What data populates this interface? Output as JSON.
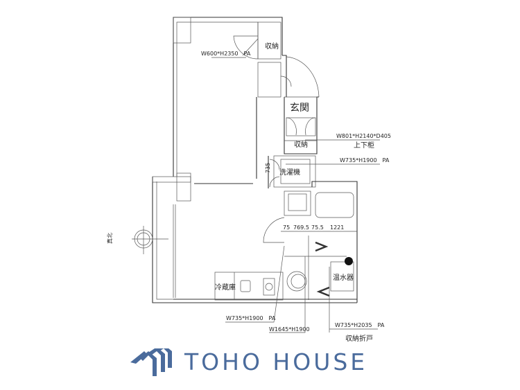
{
  "plan": {
    "rooms": {
      "storage_top": "収納",
      "entrance": "玄関",
      "storage_entrance": "収納",
      "upper_lower_cabinet": "上下柜",
      "washer": "洗濯機",
      "fridge": "冷蔵庫",
      "water_heater": "温水器",
      "folding_door_storage": "収納折戸"
    },
    "specs": {
      "door_top": "W600*H2350　PA",
      "cabinet": "W801*H2140*D405",
      "washer_door": "W735*H1900　PA",
      "kitchen_door": "W735*H1900　PA",
      "bath_partition": "W1645*H1900",
      "storage_door": "W735*H2035　PA"
    },
    "dimensions": {
      "vertical": "735",
      "d1": "75",
      "d2": "769.5",
      "d3": "75.5",
      "d4": "1221"
    },
    "compass_label": "真北"
  },
  "logo": {
    "text": "TOHO HOUSE",
    "color": "#4a6b9c"
  }
}
